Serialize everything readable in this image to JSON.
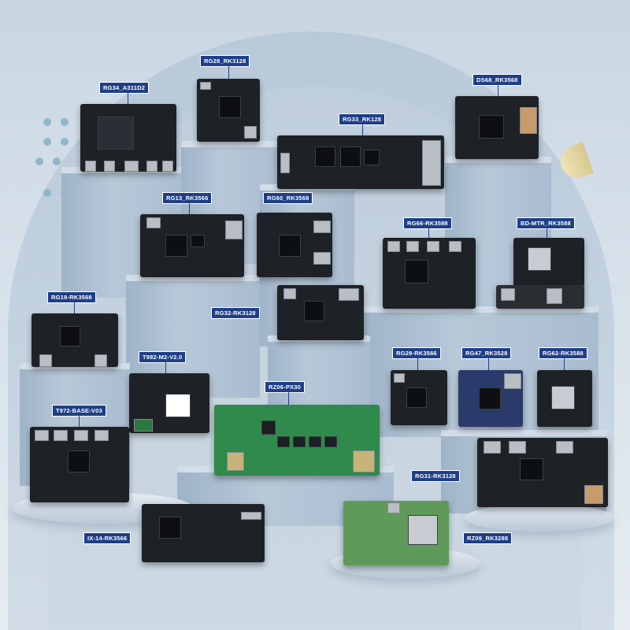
{
  "scene": {
    "description": ""
  },
  "labels": {
    "rg34": "RG34_A311D2",
    "rg28": "RG28_RK3128",
    "ds68": "DS68_RK3568",
    "rg33": "RG33_RK128",
    "rg13": "RG13_RK3566",
    "rg60": "RG60_RK3568",
    "rg66": "RG66-RK3588",
    "bdmtr": "BD-MTR_RK3588",
    "rg19": "RG19-RK3568",
    "rg32": "RG32-RK3128",
    "t982": "T982-M2-V2.0",
    "rz06": "RZ06-PX30",
    "rg29": "RG29-RK3566",
    "rg47": "RG47_RK3528",
    "rg62": "RG62-RK3588",
    "t972": "T972-BASE-V03",
    "rg31": "RG31-RK3128",
    "ix14": "IX-14-RK3566",
    "rz09": "RZ09_RK3288"
  },
  "colors": {
    "label_bg": "#1f3f87",
    "board_black": "#1e2227",
    "board_green": "#2f8a4b"
  }
}
